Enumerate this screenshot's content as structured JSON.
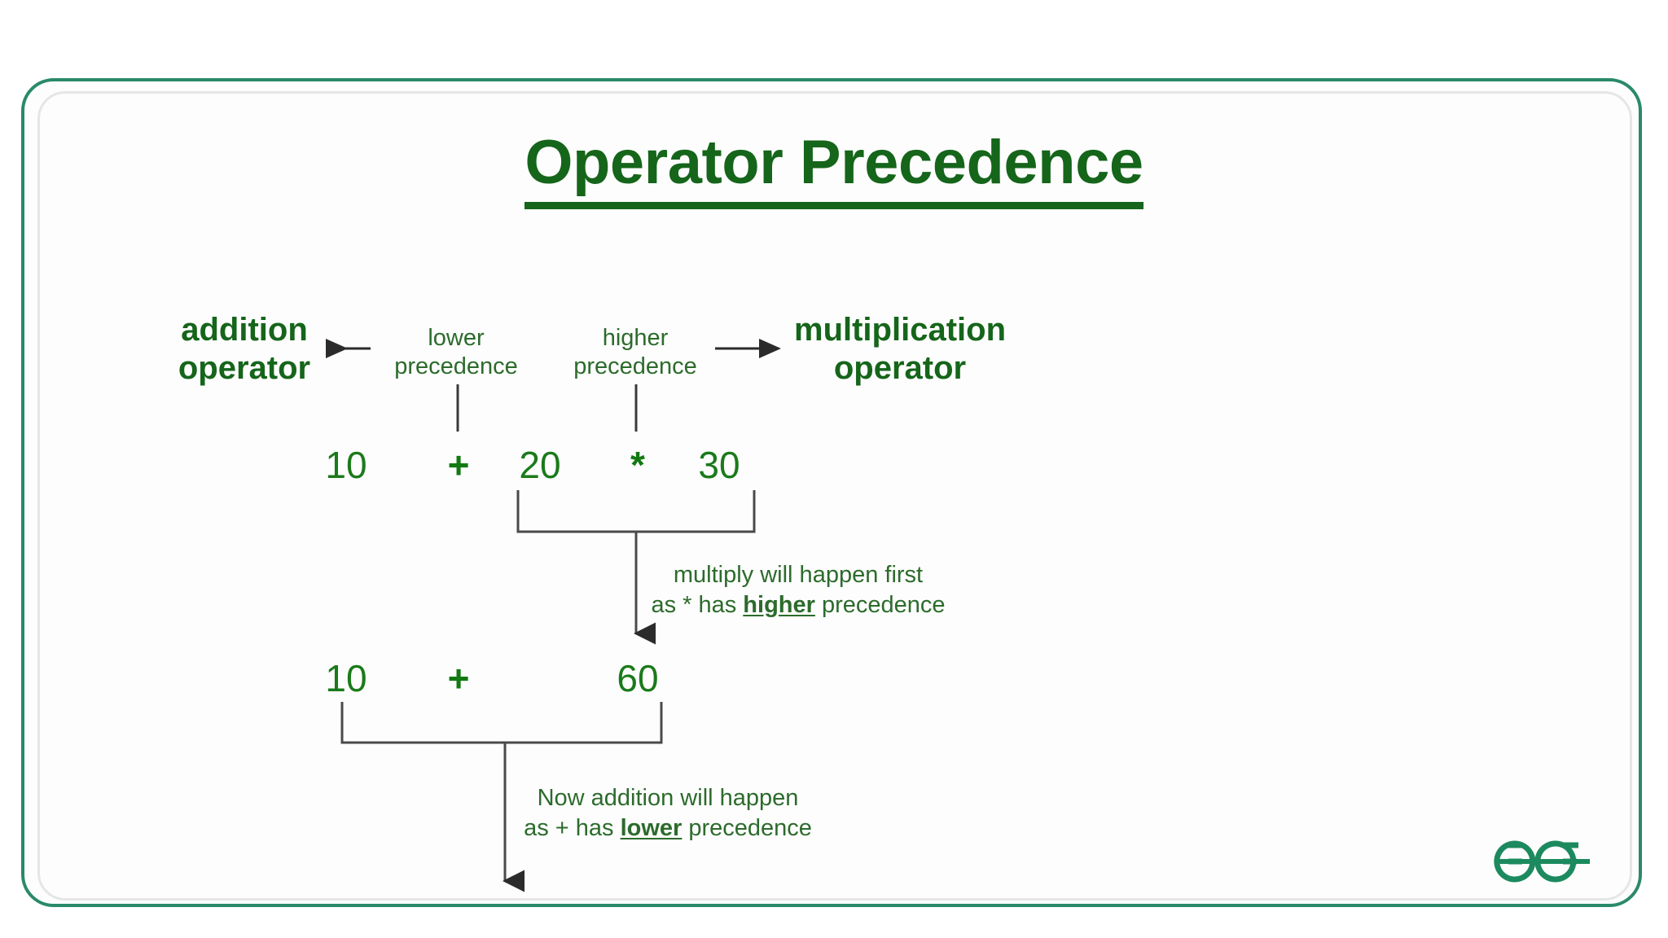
{
  "page": {
    "title": "Operator Precedence",
    "brand_logo": "geeksforgeeks-logo",
    "colors": {
      "title_green": "#15651a",
      "text_green": "#2c6b2c",
      "expression_green": "#1a7a1a",
      "card_border": "#2a8a68",
      "card_inner_border": "#e6e6e6",
      "line_gray": "#3a3a3a",
      "background": "#ffffff"
    }
  },
  "annotations": {
    "left_operator_label": "addition\noperator",
    "right_operator_label": "multiplication\noperator",
    "lower_precedence_label": "lower\nprecedence",
    "higher_precedence_label": "higher\nprecedence",
    "left_arrow_icon": "arrow-left-icon",
    "right_arrow_icon": "arrow-right-icon"
  },
  "expressions": {
    "row1": {
      "tokens": [
        "10",
        "+",
        "20",
        "*",
        "30"
      ],
      "operand_a": "10",
      "operator_1": "+",
      "operand_b": "20",
      "operator_2": "*",
      "operand_c": "30"
    },
    "row2": {
      "tokens": [
        "10",
        "+",
        "60"
      ],
      "operand_a": "10",
      "operator_1": "+",
      "operand_b": "60"
    }
  },
  "steps": {
    "step1": {
      "line1": "multiply will happen first",
      "line2_prefix": "as * has ",
      "line2_emphasis": "higher",
      "line2_suffix": " precedence"
    },
    "step2": {
      "line1": "Now addition will happen",
      "line2_prefix": "as + has ",
      "line2_emphasis": "lower",
      "line2_suffix": " precedence"
    }
  }
}
